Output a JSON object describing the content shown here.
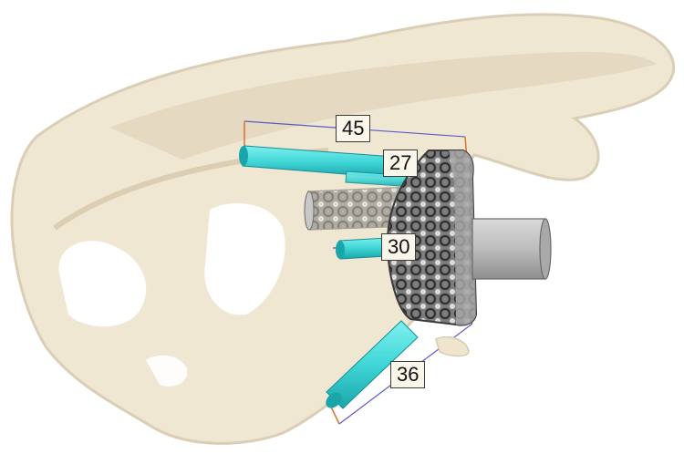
{
  "measurements": [
    {
      "id": "screw-a",
      "value": "45"
    },
    {
      "id": "screw-b",
      "value": "27"
    },
    {
      "id": "screw-c",
      "value": "30"
    },
    {
      "id": "screw-d",
      "value": "36"
    }
  ],
  "colors": {
    "bone": "#efe5cf",
    "bone_shadow": "#d7cab0",
    "screw": "#40d6d6",
    "screw_dark": "#1aa5aa",
    "baseplate": "#8f8f8f",
    "baseplate_dark": "#4a4a4a",
    "peg": "#b9b9b9",
    "guide_line": "#5a5ac8",
    "guide_tick": "#d9722c"
  }
}
